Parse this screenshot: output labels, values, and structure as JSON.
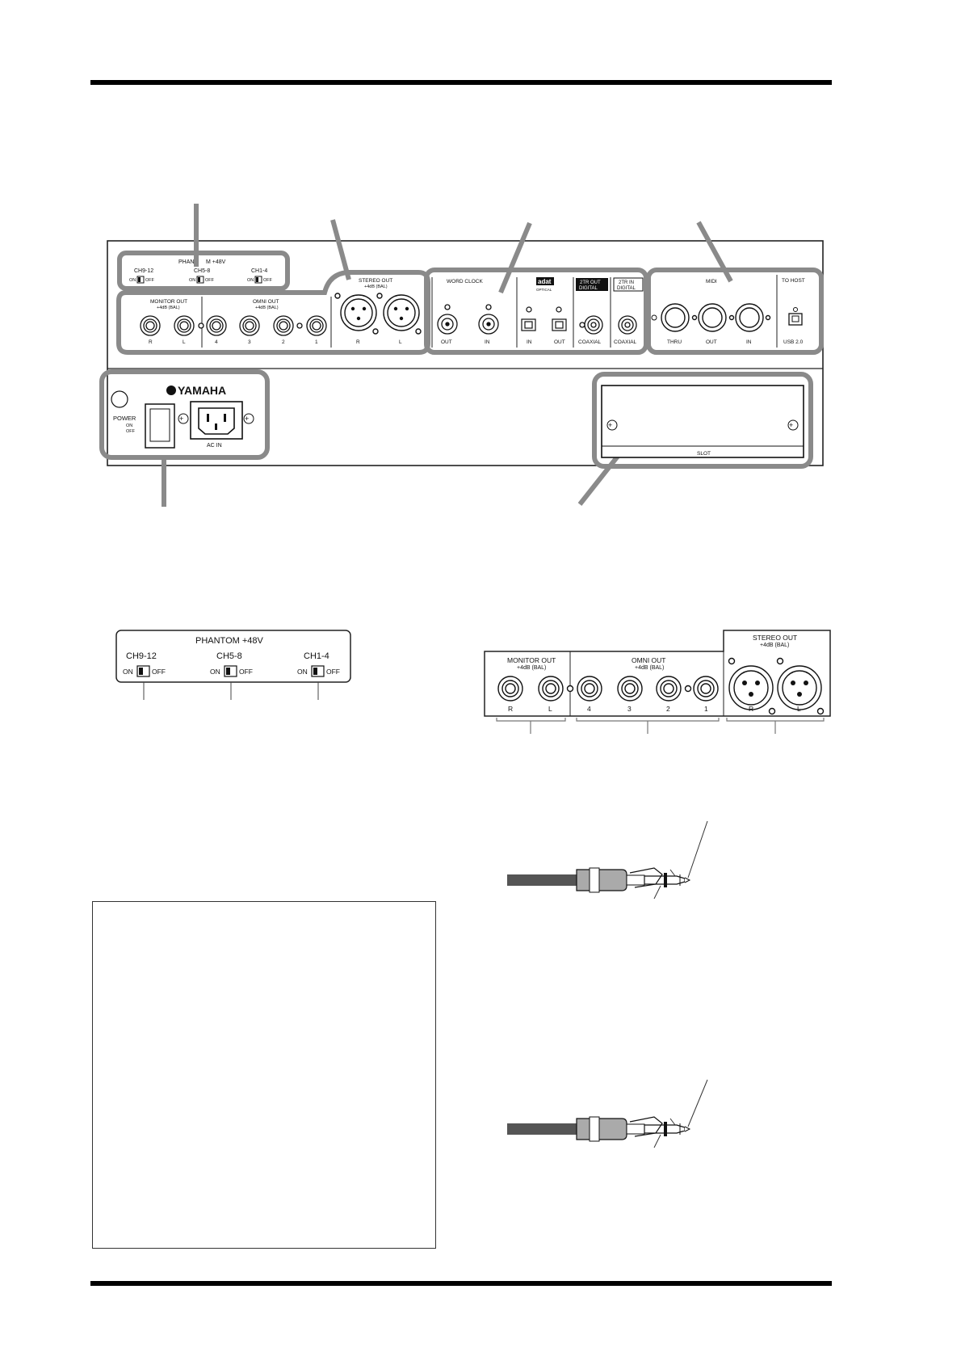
{
  "rear_panel": {
    "phantom": {
      "title_left": "PHAN",
      "title_right": "M +48V",
      "ch9_12": "CH9-12",
      "ch5_8": "CH5-8",
      "ch1_4": "CH1-4",
      "on": "ON",
      "off": "OFF"
    },
    "monitor_out": {
      "title": "MONITOR OUT",
      "level": "+4dB (BAL)",
      "r": "R",
      "l": "L"
    },
    "omni_out": {
      "title": "OMNI OUT",
      "level": "+4dB (BAL)",
      "n4": "4",
      "n3": "3",
      "n2": "2",
      "n1": "1"
    },
    "stereo_out": {
      "title": "STEREO OUT",
      "level": "+4dB (BAL)",
      "r": "R",
      "l": "L"
    },
    "word_clock": {
      "title": "WORD CLOCK",
      "out": "OUT",
      "in": "IN"
    },
    "adat": {
      "logo": "adat",
      "sub": "OPTICAL",
      "in": "IN",
      "out": "OUT"
    },
    "two_tr_out": {
      "line1": "2TR OUT",
      "line2": "DIGITAL",
      "coaxial": "COAXIAL"
    },
    "two_tr_in": {
      "line1": "2TR IN",
      "line2": "DIGITAL",
      "coaxial": "COAXIAL"
    },
    "midi": {
      "title": "MIDI",
      "thru": "THRU",
      "out": "OUT",
      "in": "IN"
    },
    "to_host": {
      "title": "TO HOST",
      "usb": "USB 2.0"
    },
    "brand": "YAMAHA",
    "power": {
      "label": "POWER",
      "on": "ON",
      "off": "OFF"
    },
    "ac_in": "AC IN",
    "slot": "SLOT"
  },
  "phantom_detail": {
    "title": "PHANTOM +48V",
    "ch9_12": "CH9-12",
    "ch5_8": "CH5-8",
    "ch1_4": "CH1-4",
    "on": "ON",
    "off": "OFF"
  },
  "outputs_detail": {
    "monitor_out": {
      "title": "MONITOR OUT",
      "level": "+4dB (BAL)",
      "r": "R",
      "l": "L"
    },
    "omni_out": {
      "title": "OMNI OUT",
      "level": "+4dB (BAL)",
      "n4": "4",
      "n3": "3",
      "n2": "2",
      "n1": "1"
    },
    "stereo_out": {
      "title": "STEREO OUT",
      "level": "+4dB (BAL)",
      "r": "R",
      "l": "L"
    }
  }
}
